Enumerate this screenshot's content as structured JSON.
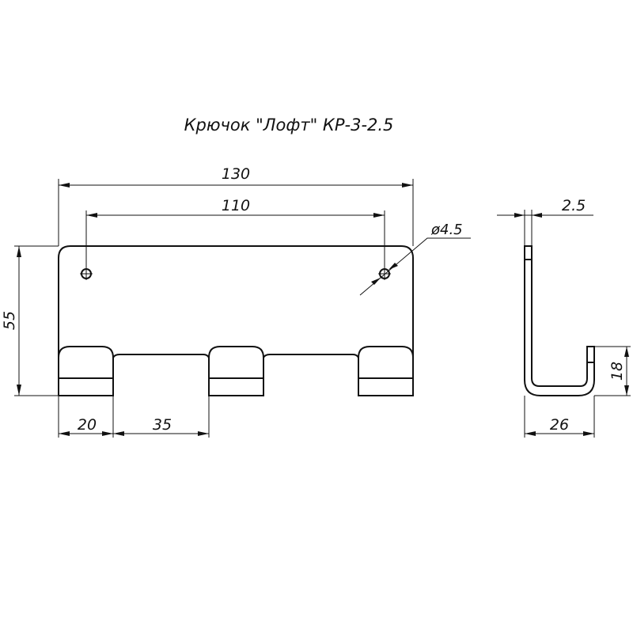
{
  "title": "Крючок \"Лофт\" КР-3-2.5",
  "dimensions": {
    "overall_width": "130",
    "hole_spacing": "110",
    "hole_diameter": "ø4.5",
    "height": "55",
    "hook_width": "20",
    "hook_gap": "35",
    "thickness": "2.5",
    "depth": "26",
    "lip_height": "18"
  }
}
